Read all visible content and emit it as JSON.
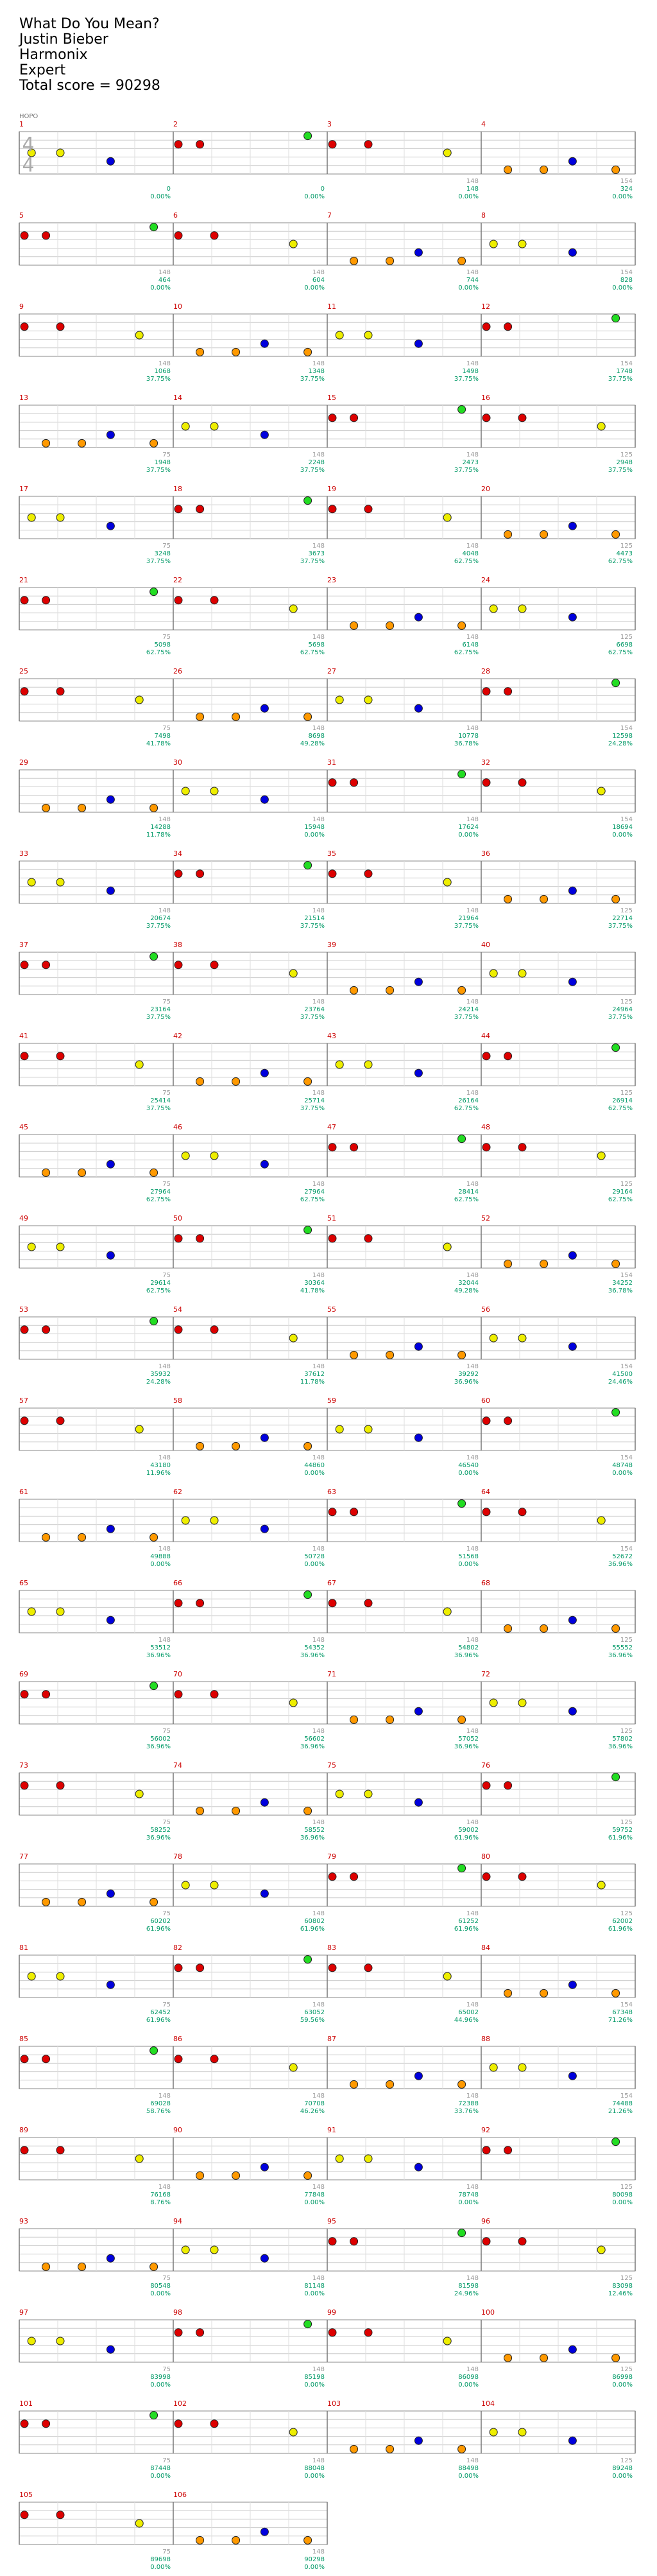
{
  "song": {
    "title": "What Do You Mean?",
    "artist": "Justin Bieber",
    "instrument": "Harmonix",
    "difficulty": "Expert",
    "total_score_label": "Total score = 90298"
  },
  "hopo_label": "HOPO",
  "time_signature": "4/4",
  "colors": {
    "green": "#22dd22",
    "red": "#dd0000",
    "yellow": "#eeee00",
    "blue": "#0000dd",
    "orange": "#ff9900",
    "measure_number": "#cc0000",
    "score_green": "#009966",
    "grey_label": "#999999",
    "overdrive": "#8080ff",
    "solo": "#77ee77"
  },
  "rows": [
    {
      "measures": [
        1,
        2,
        3,
        4
      ],
      "scores": [
        "0",
        "0",
        "148",
        "324"
      ],
      "percents": [
        "0.00%",
        "0.00%",
        "0.00%",
        "0.00%"
      ],
      "ticks": [
        "",
        "",
        "148",
        "154"
      ]
    },
    {
      "measures": [
        5,
        6,
        7,
        8
      ],
      "scores": [
        "464",
        "604",
        "744",
        "828"
      ],
      "percents": [
        "0.00%",
        "0.00%",
        "0.00%",
        "0.00%"
      ],
      "ticks": [
        "148",
        "148",
        "148",
        "154"
      ]
    },
    {
      "measures": [
        9,
        10,
        11,
        12
      ],
      "scores": [
        "1068",
        "1348",
        "1498",
        "1748"
      ],
      "percents": [
        "37.75%",
        "37.75%",
        "37.75%",
        "37.75%"
      ],
      "ticks": [
        "148",
        "148",
        "148",
        "154"
      ]
    },
    {
      "measures": [
        13,
        14,
        15,
        16
      ],
      "scores": [
        "1948",
        "2248",
        "2473",
        "2948"
      ],
      "percents": [
        "37.75%",
        "37.75%",
        "37.75%",
        "37.75%"
      ],
      "ticks": [
        "75",
        "148",
        "148",
        "125"
      ]
    },
    {
      "measures": [
        17,
        18,
        19,
        20
      ],
      "scores": [
        "3248",
        "3673",
        "4048",
        "4473"
      ],
      "percents": [
        "37.75%",
        "37.75%",
        "62.75%",
        "62.75%"
      ],
      "ticks": [
        "75",
        "148",
        "148",
        "125"
      ]
    },
    {
      "measures": [
        21,
        22,
        23,
        24
      ],
      "scores": [
        "5098",
        "5698",
        "6148",
        "6698"
      ],
      "percents": [
        "62.75%",
        "62.75%",
        "62.75%",
        "62.75%"
      ],
      "ticks": [
        "75",
        "148",
        "148",
        "125"
      ]
    },
    {
      "measures": [
        25,
        26,
        27,
        28
      ],
      "scores": [
        "7498",
        "8698",
        "10778",
        "12598"
      ],
      "percents": [
        "41.78%",
        "49.28%",
        "36.78%",
        "24.28%"
      ],
      "ticks": [
        "75",
        "148",
        "148",
        "154"
      ]
    },
    {
      "measures": [
        29,
        30,
        31,
        32
      ],
      "scores": [
        "14288",
        "15948",
        "17624",
        "18694"
      ],
      "percents": [
        "11.78%",
        "0.00%",
        "0.00%",
        "0.00%"
      ],
      "ticks": [
        "148",
        "148",
        "148",
        "154"
      ]
    },
    {
      "measures": [
        33,
        34,
        35,
        36
      ],
      "scores": [
        "20674",
        "21514",
        "21964",
        "22714"
      ],
      "percents": [
        "37.75%",
        "37.75%",
        "37.75%",
        "37.75%"
      ],
      "ticks": [
        "148",
        "148",
        "148",
        "125"
      ]
    },
    {
      "measures": [
        37,
        38,
        39,
        40
      ],
      "scores": [
        "23164",
        "23764",
        "24214",
        "24964"
      ],
      "percents": [
        "37.75%",
        "37.75%",
        "37.75%",
        "37.75%"
      ],
      "ticks": [
        "75",
        "148",
        "148",
        "125"
      ]
    },
    {
      "measures": [
        41,
        42,
        43,
        44
      ],
      "scores": [
        "25414",
        "25714",
        "26164",
        "26914"
      ],
      "percents": [
        "37.75%",
        "37.75%",
        "62.75%",
        "62.75%"
      ],
      "ticks": [
        "75",
        "148",
        "148",
        "125"
      ]
    },
    {
      "measures": [
        45,
        46,
        47,
        48
      ],
      "scores": [
        "27964",
        "27964",
        "28414",
        "29164"
      ],
      "percents": [
        "62.75%",
        "62.75%",
        "62.75%",
        "62.75%"
      ],
      "ticks": [
        "75",
        "148",
        "148",
        "125"
      ]
    },
    {
      "measures": [
        49,
        50,
        51,
        52
      ],
      "scores": [
        "29614",
        "30364",
        "32044",
        "34252"
      ],
      "percents": [
        "62.75%",
        "41.78%",
        "49.28%",
        "36.78%"
      ],
      "ticks": [
        "75",
        "148",
        "148",
        "154"
      ]
    },
    {
      "measures": [
        53,
        54,
        55,
        56
      ],
      "scores": [
        "35932",
        "37612",
        "39292",
        "41500"
      ],
      "percents": [
        "24.28%",
        "11.78%",
        "36.96%",
        "24.46%"
      ],
      "ticks": [
        "148",
        "148",
        "148",
        "154"
      ]
    },
    {
      "measures": [
        57,
        58,
        59,
        60
      ],
      "scores": [
        "43180",
        "44860",
        "46540",
        "48748"
      ],
      "percents": [
        "11.96%",
        "0.00%",
        "0.00%",
        "0.00%"
      ],
      "ticks": [
        "148",
        "148",
        "148",
        "154"
      ]
    },
    {
      "measures": [
        61,
        62,
        63,
        64
      ],
      "scores": [
        "49888",
        "50728",
        "51568",
        "52672"
      ],
      "percents": [
        "0.00%",
        "0.00%",
        "0.00%",
        "36.96%"
      ],
      "ticks": [
        "148",
        "148",
        "148",
        "154"
      ]
    },
    {
      "measures": [
        65,
        66,
        67,
        68
      ],
      "scores": [
        "53512",
        "54352",
        "54802",
        "55552"
      ],
      "percents": [
        "36.96%",
        "36.96%",
        "36.96%",
        "36.96%"
      ],
      "ticks": [
        "148",
        "148",
        "148",
        "125"
      ]
    },
    {
      "measures": [
        69,
        70,
        71,
        72
      ],
      "scores": [
        "56002",
        "56602",
        "57052",
        "57802"
      ],
      "percents": [
        "36.96%",
        "36.96%",
        "36.96%",
        "36.96%"
      ],
      "ticks": [
        "75",
        "148",
        "148",
        "125"
      ]
    },
    {
      "measures": [
        73,
        74,
        75,
        76
      ],
      "scores": [
        "58252",
        "58552",
        "59002",
        "59752"
      ],
      "percents": [
        "36.96%",
        "36.96%",
        "61.96%",
        "61.96%"
      ],
      "ticks": [
        "75",
        "148",
        "148",
        "125"
      ]
    },
    {
      "measures": [
        77,
        78,
        79,
        80
      ],
      "scores": [
        "60202",
        "60802",
        "61252",
        "62002"
      ],
      "percents": [
        "61.96%",
        "61.96%",
        "61.96%",
        "61.96%"
      ],
      "ticks": [
        "75",
        "148",
        "148",
        "125"
      ]
    },
    {
      "measures": [
        81,
        82,
        83,
        84
      ],
      "scores": [
        "62452",
        "63052",
        "65002",
        "67348"
      ],
      "percents": [
        "61.96%",
        "59.56%",
        "44.96%",
        "71.26%"
      ],
      "ticks": [
        "75",
        "148",
        "148",
        "154"
      ]
    },
    {
      "measures": [
        85,
        86,
        87,
        88
      ],
      "scores": [
        "69028",
        "70708",
        "72388",
        "74488"
      ],
      "percents": [
        "58.76%",
        "46.26%",
        "33.76%",
        "21.26%"
      ],
      "ticks": [
        "148",
        "148",
        "148",
        "154"
      ]
    },
    {
      "measures": [
        89,
        90,
        91,
        92
      ],
      "scores": [
        "76168",
        "77848",
        "78748",
        "80098"
      ],
      "percents": [
        "8.76%",
        "0.00%",
        "0.00%",
        "0.00%"
      ],
      "ticks": [
        "148",
        "148",
        "148",
        "125"
      ]
    },
    {
      "measures": [
        93,
        94,
        95,
        96
      ],
      "scores": [
        "80548",
        "81148",
        "81598",
        "83098"
      ],
      "percents": [
        "0.00%",
        "0.00%",
        "24.96%",
        "12.46%"
      ],
      "ticks": [
        "75",
        "148",
        "148",
        "125"
      ]
    },
    {
      "measures": [
        97,
        98,
        99,
        100
      ],
      "scores": [
        "83998",
        "85198",
        "86098",
        "86998"
      ],
      "percents": [
        "0.00%",
        "0.00%",
        "0.00%",
        "0.00%"
      ],
      "ticks": [
        "75",
        "148",
        "148",
        "125"
      ]
    },
    {
      "measures": [
        101,
        102,
        103,
        104
      ],
      "scores": [
        "87448",
        "88048",
        "88498",
        "89248"
      ],
      "percents": [
        "0.00%",
        "0.00%",
        "0.00%",
        "0.00%"
      ],
      "ticks": [
        "75",
        "148",
        "148",
        "125"
      ]
    },
    {
      "measures": [
        105,
        106
      ],
      "scores": [
        "89698",
        "90298"
      ],
      "percents": [
        "0.00%",
        "0.00%"
      ],
      "ticks": [
        "75",
        "148"
      ]
    }
  ]
}
